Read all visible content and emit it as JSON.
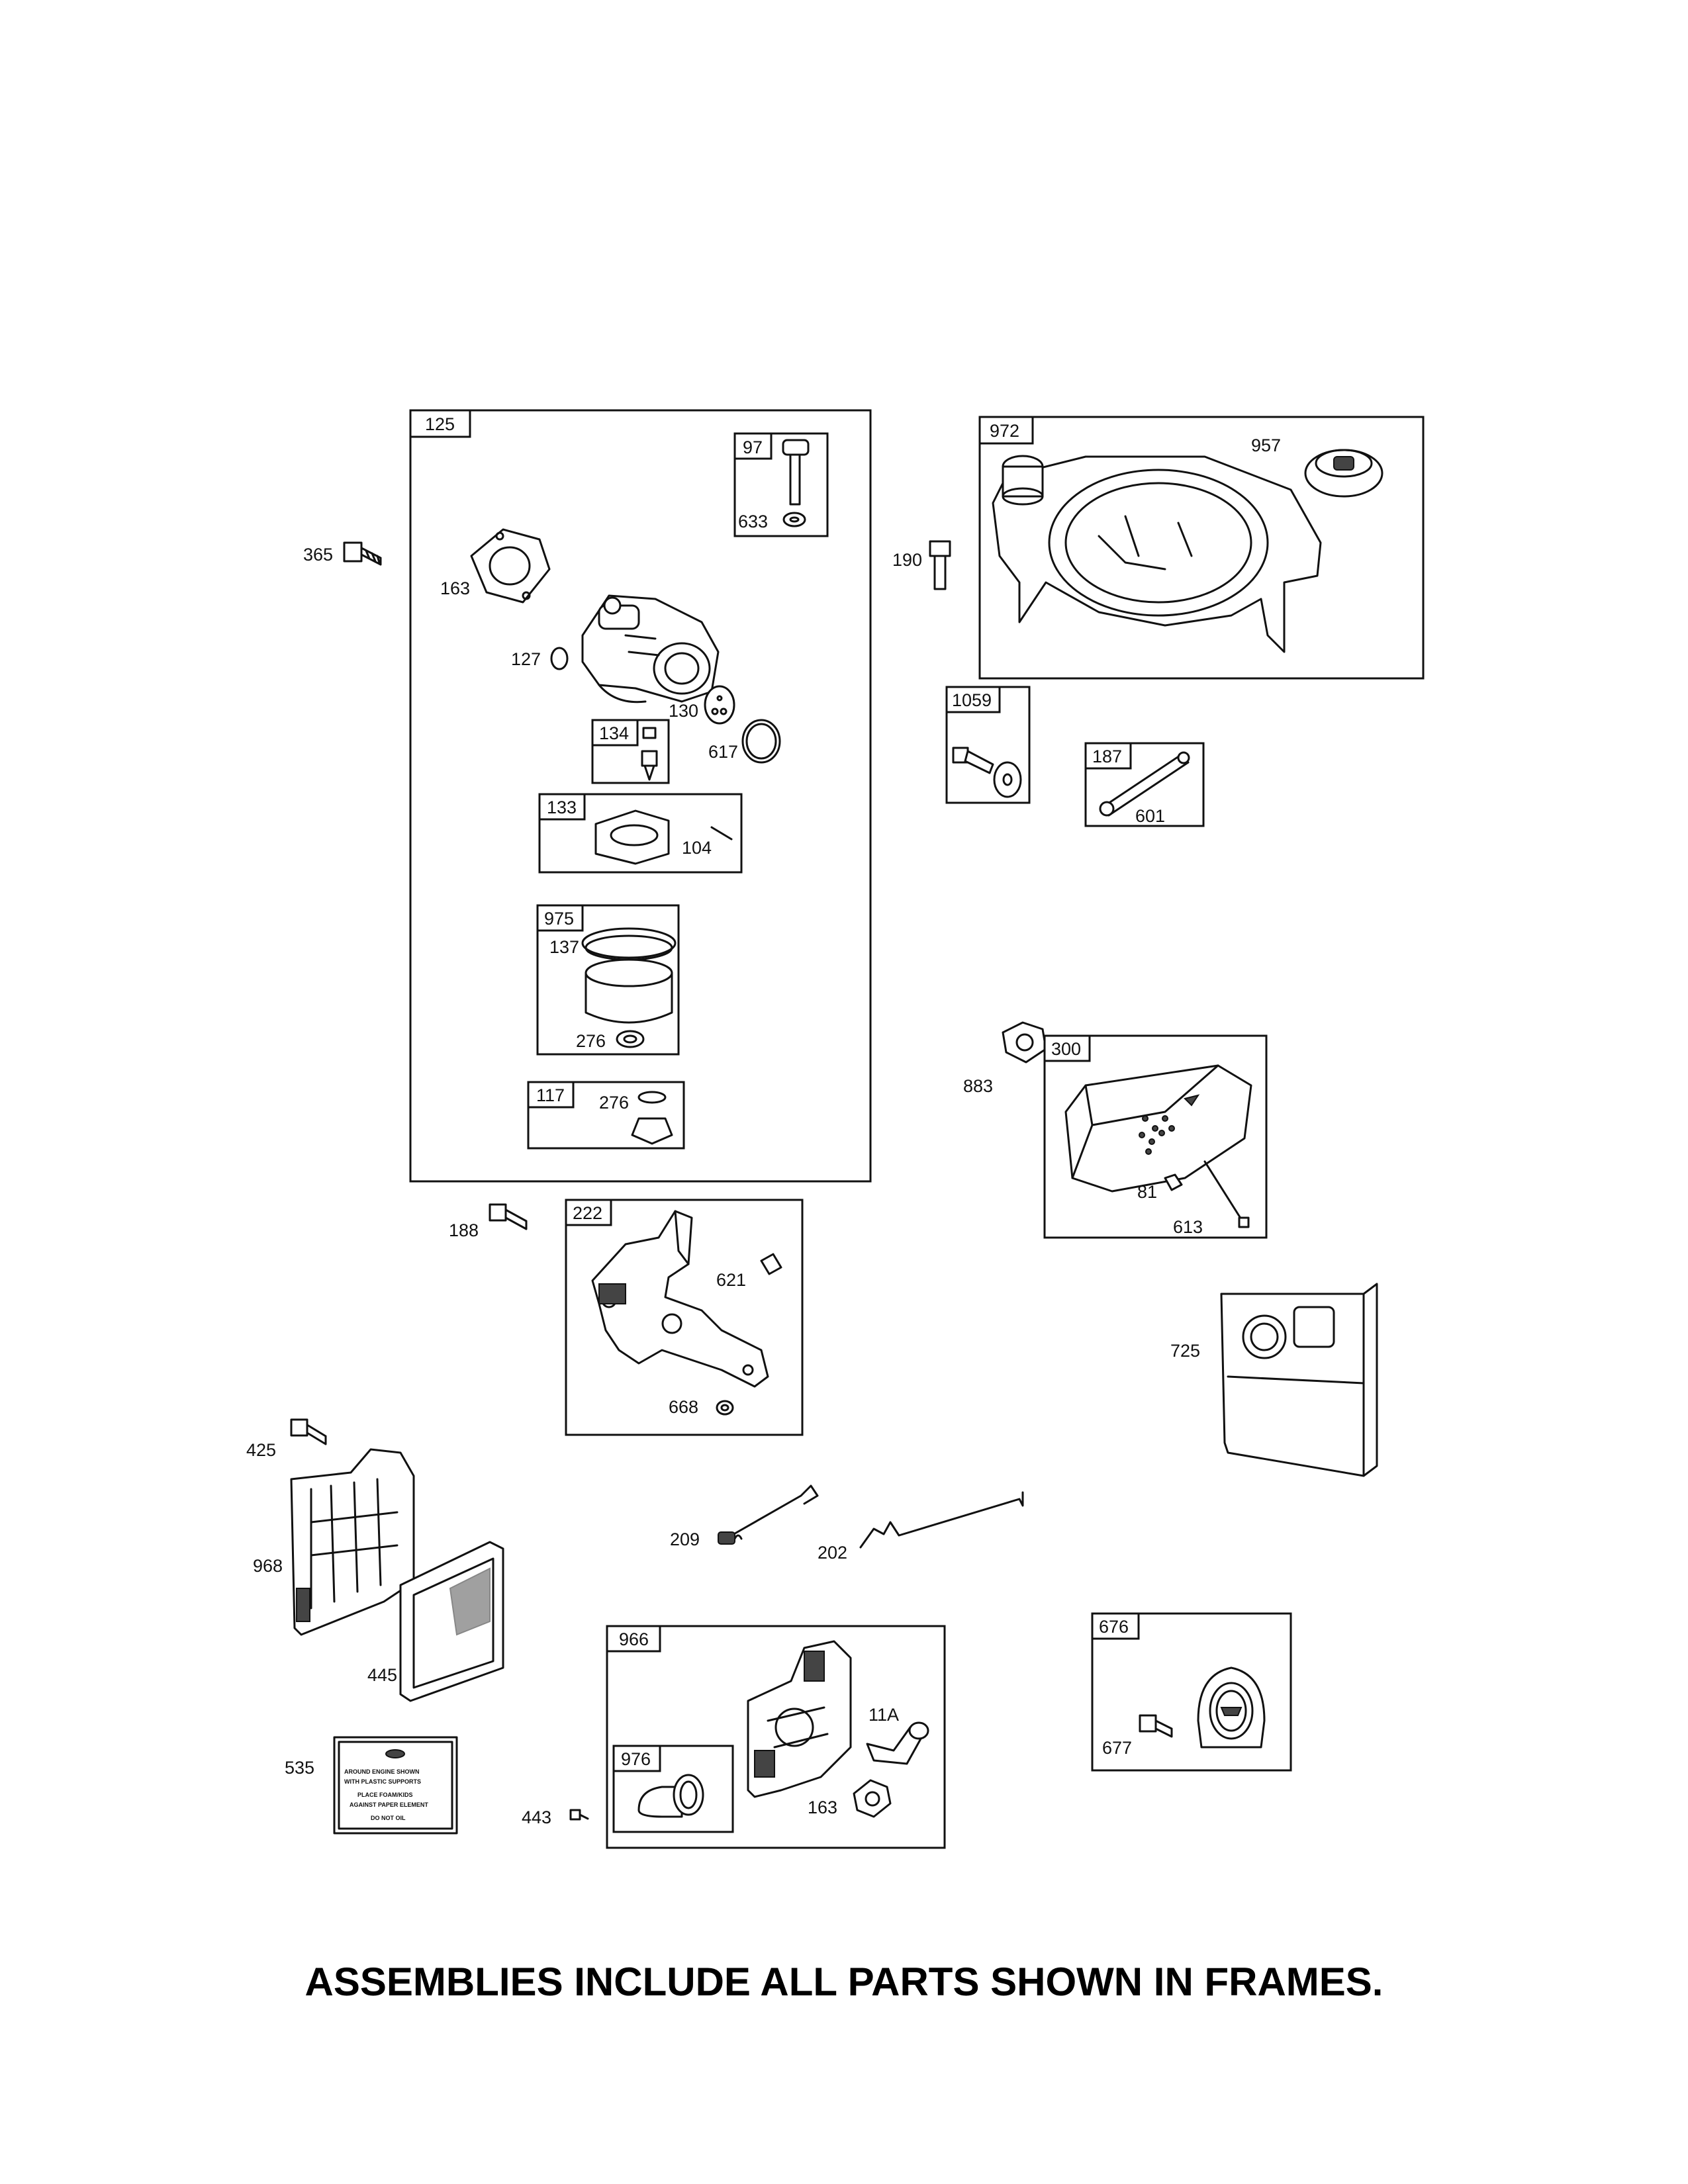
{
  "frames": [
    {
      "id": "f125",
      "label": "125"
    },
    {
      "id": "f97",
      "label": "97"
    },
    {
      "id": "f134",
      "label": "134"
    },
    {
      "id": "f133",
      "label": "133"
    },
    {
      "id": "f975",
      "label": "975"
    },
    {
      "id": "f117",
      "label": "117"
    },
    {
      "id": "f972",
      "label": "972"
    },
    {
      "id": "f1059",
      "label": "1059"
    },
    {
      "id": "f187",
      "label": "187"
    },
    {
      "id": "f300",
      "label": "300"
    },
    {
      "id": "f222",
      "label": "222"
    },
    {
      "id": "f966",
      "label": "966"
    },
    {
      "id": "f976",
      "label": "976"
    },
    {
      "id": "f676",
      "label": "676"
    }
  ],
  "callouts": {
    "p365": "365",
    "p163a": "163",
    "p127": "127",
    "p130": "130",
    "p617": "617",
    "p633": "633",
    "p104": "104",
    "p137": "137",
    "p276a": "276",
    "p276b": "276",
    "p957": "957",
    "p190": "190",
    "p601": "601",
    "p883": "883",
    "p81": "81",
    "p613": "613",
    "p188": "188",
    "p621": "621",
    "p668": "668",
    "p725": "725",
    "p425": "425",
    "p968": "968",
    "p445": "445",
    "p209": "209",
    "p202": "202",
    "p535": "535",
    "p443": "443",
    "p11a": "11A",
    "p163b": "163",
    "p677": "677"
  },
  "decal_text": {
    "line1": "AROUND ENGINE SHOWN",
    "line2": "WITH PLASTIC SUPPORTS",
    "line3": "PLACE FOAM/KIDS",
    "line4": "AGAINST PAPER ELEMENT",
    "line5": "DO NOT OIL"
  },
  "footer": {
    "note": "ASSEMBLIES INCLUDE ALL PARTS SHOWN IN FRAMES."
  }
}
